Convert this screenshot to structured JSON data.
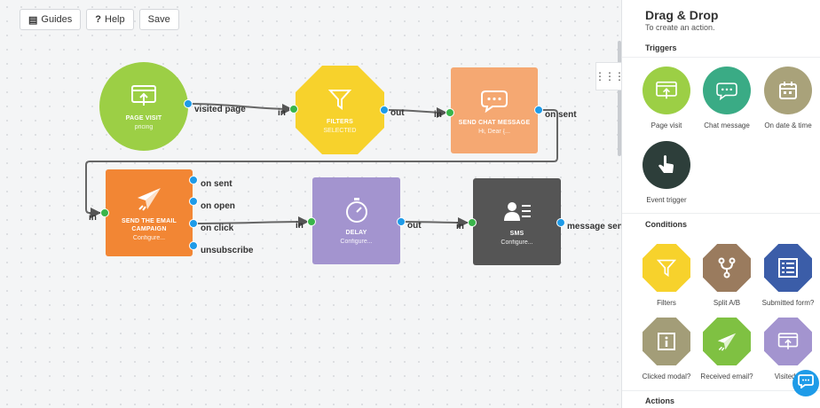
{
  "toolbar": {
    "guides_label": "Guides",
    "help_label": "Help",
    "save_label": "Save",
    "guides_icon": "book-icon",
    "help_icon": "question-icon"
  },
  "nodes": {
    "page_visit": {
      "title": "PAGE VISIT",
      "sub": "pricing",
      "color": "#9ccf45"
    },
    "filters": {
      "title": "FILTERS",
      "sub": "SELECTED",
      "color": "#f7d22c"
    },
    "chat": {
      "title": "SEND CHAT MESSAGE",
      "sub": "Hi, Dear {...",
      "color": "#f5a872"
    },
    "email": {
      "title": "SEND THE EMAIL CAMPAIGN",
      "sub": "Configure...",
      "color": "#f28634"
    },
    "delay": {
      "title": "DELAY",
      "sub": "Configure...",
      "color": "#a394cf"
    },
    "sms": {
      "title": "SMS",
      "sub": "Configure...",
      "color": "#555555"
    }
  },
  "labels": {
    "visited_page": "visited page",
    "in": "in",
    "out": "out",
    "on_sent": "on sent",
    "on_open": "on open",
    "on_click": "on click",
    "unsubscribe": "unsubscribe",
    "message_sent": "message sent"
  },
  "panel": {
    "title": "Drag & Drop",
    "hint": "To create an action.",
    "triggers_heading": "Triggers",
    "conditions_heading": "Conditions",
    "actions_heading": "Actions",
    "triggers": [
      {
        "name": "Page visit",
        "color": "#9ccf45",
        "icon": "page-visit-icon"
      },
      {
        "name": "Chat message",
        "color": "#3aab85",
        "icon": "chat-icon"
      },
      {
        "name": "On date & time",
        "color": "#a9a27a",
        "icon": "calendar-icon"
      },
      {
        "name": "Event trigger",
        "color": "#2d3e3a",
        "icon": "pointer-icon"
      }
    ],
    "conditions": [
      {
        "name": "Filters",
        "color": "#f7d22c",
        "icon": "filter-icon"
      },
      {
        "name": "Split A/B",
        "color": "#9a7b5e",
        "icon": "split-icon"
      },
      {
        "name": "Submitted form?",
        "color": "#3b5da8",
        "icon": "form-icon"
      },
      {
        "name": "Clicked modal?",
        "color": "#a39d78",
        "icon": "modal-icon"
      },
      {
        "name": "Received email?",
        "color": "#7fc142",
        "icon": "paper-plane-icon"
      },
      {
        "name": "Visited p",
        "color": "#a394cf",
        "icon": "page-visit-icon"
      }
    ]
  },
  "grip_icon": "grid-icon",
  "chat_fab_icon": "chat-bubble-icon"
}
